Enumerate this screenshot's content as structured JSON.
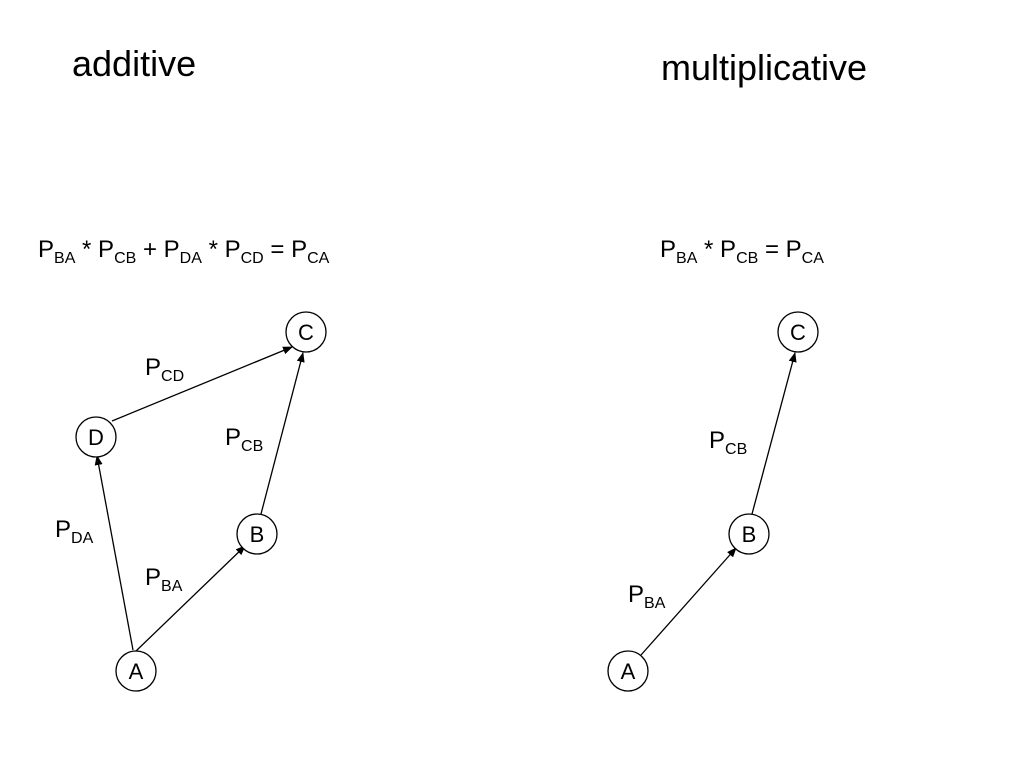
{
  "headings": {
    "additive": "additive",
    "multiplicative": "multiplicative"
  },
  "formulas": {
    "additive": {
      "t1": "P",
      "s1": "BA",
      "o1": " * ",
      "t2": "P",
      "s2": "CB",
      "o2": " + ",
      "t3": "P",
      "s3": "DA",
      "o3": " * ",
      "t4": "P",
      "s4": "CD",
      "o4": " = ",
      "t5": "P",
      "s5": "CA"
    },
    "multiplicative": {
      "t1": "P",
      "s1": "BA",
      "o1": " * ",
      "t2": "P",
      "s2": "CB",
      "o2": " = ",
      "t3": "P",
      "s3": "CA"
    }
  },
  "additive_diagram": {
    "nodes": {
      "a": "A",
      "b": "B",
      "c": "C",
      "d": "D"
    },
    "edges": {
      "pcd": {
        "main": "P",
        "sub": "CD"
      },
      "pcb": {
        "main": "P",
        "sub": "CB"
      },
      "pda": {
        "main": "P",
        "sub": "DA"
      },
      "pba": {
        "main": "P",
        "sub": "BA"
      }
    }
  },
  "multiplicative_diagram": {
    "nodes": {
      "a": "A",
      "b": "B",
      "c": "C"
    },
    "edges": {
      "pcb": {
        "main": "P",
        "sub": "CB"
      },
      "pba": {
        "main": "P",
        "sub": "BA"
      }
    }
  }
}
